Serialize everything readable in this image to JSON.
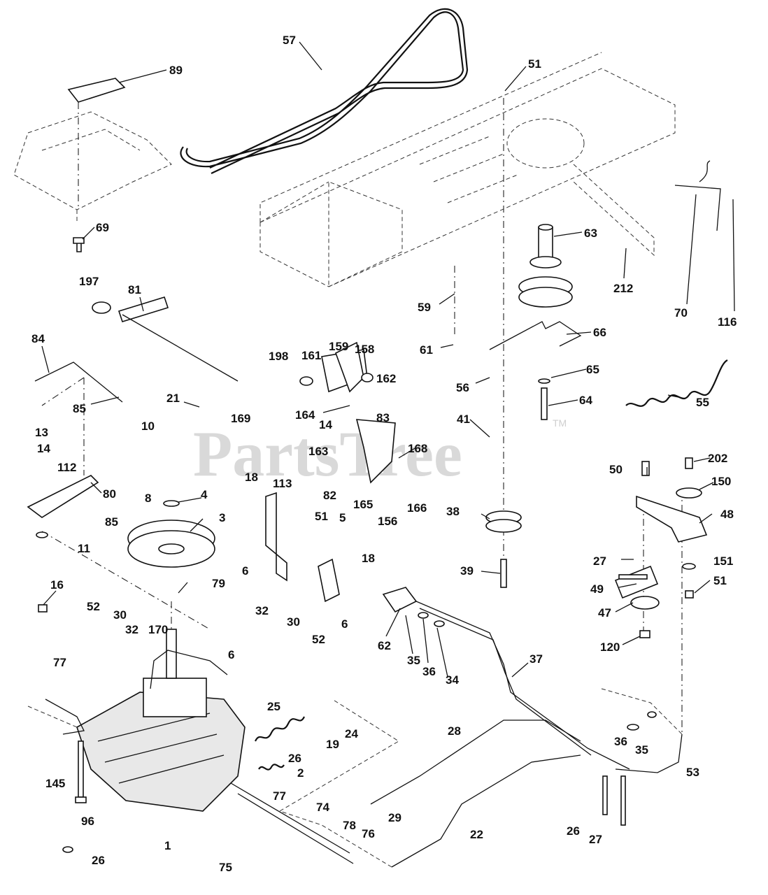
{
  "watermark": {
    "text": "PartsTree",
    "tm": "TM"
  },
  "callouts": [
    "57",
    "89",
    "51",
    "69",
    "63",
    "212",
    "70",
    "116",
    "59",
    "61",
    "66",
    "197",
    "81",
    "65",
    "56",
    "64",
    "84",
    "198",
    "161",
    "159",
    "158",
    "162",
    "55",
    "85",
    "21",
    "169",
    "164",
    "14",
    "83",
    "41",
    "13",
    "10",
    "163",
    "168",
    "50",
    "202",
    "14",
    "150",
    "112",
    "80",
    "8",
    "82",
    "165",
    "156",
    "166",
    "18",
    "113",
    "38",
    "48",
    "4",
    "85",
    "11",
    "51",
    "3",
    "5",
    "18",
    "6",
    "27",
    "151",
    "51",
    "39",
    "79",
    "49",
    "6",
    "47",
    "16",
    "52",
    "30",
    "170",
    "32",
    "32",
    "30",
    "52",
    "62",
    "35",
    "36",
    "34",
    "37",
    "120",
    "77",
    "6",
    "25",
    "24",
    "19",
    "26",
    "28",
    "36",
    "35",
    "53",
    "145",
    "2",
    "77",
    "74",
    "29",
    "22",
    "26",
    "96",
    "1",
    "78",
    "76",
    "27",
    "26",
    "75"
  ]
}
